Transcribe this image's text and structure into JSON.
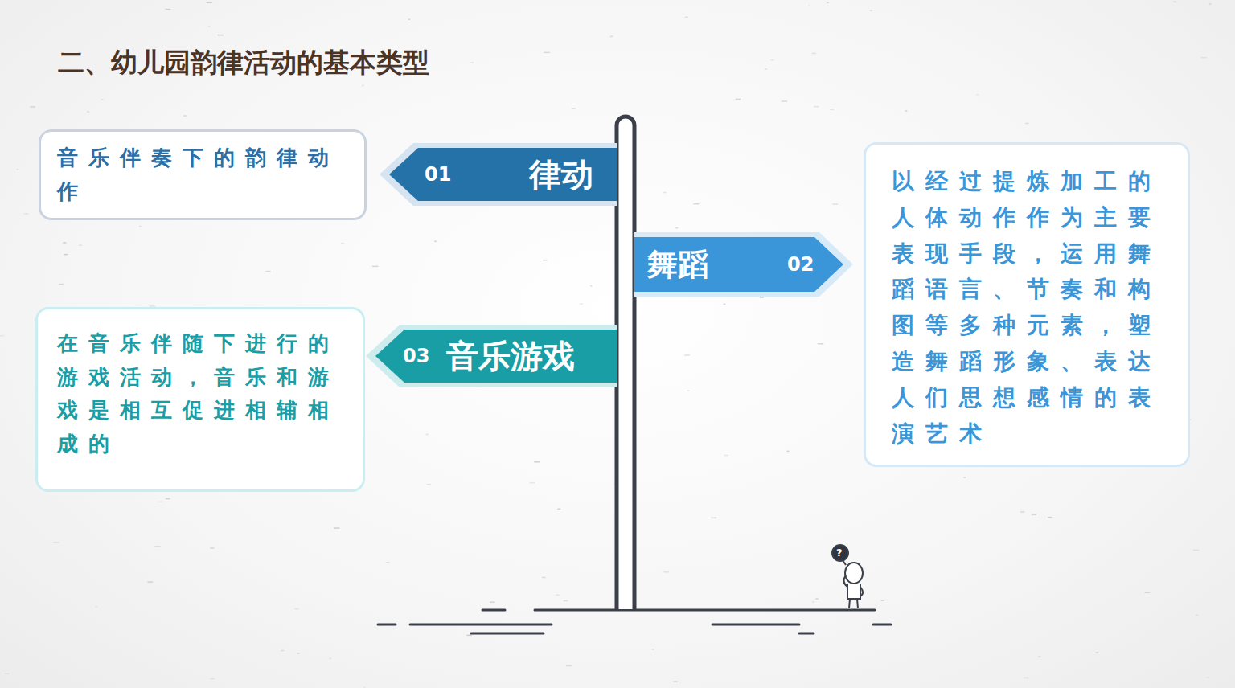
{
  "diagram": {
    "title": "二、幼儿园韵律活动的基本类型",
    "nodes": [
      {
        "text": [
          "音乐伴奏下的韵律动作"
        ]
      },
      {
        "text": [
          "01",
          "律动"
        ]
      },
      {
        "text": [
          "舞蹈",
          "02"
        ]
      },
      {
        "text": [
          "以经过提炼加工的人体动作作为主要表现手段，运用舞蹈语言、节奏和构图等多种元素，塑造舞蹈形象、表达人们思想感情的表演艺术"
        ]
      },
      {
        "text": [
          "03",
          "音乐游戏"
        ]
      },
      {
        "text": [
          "在音乐伴随下进行的游戏活动，音乐和游戏是相互促进相辅相成的"
        ]
      }
    ],
    "labels": [
      "?"
    ]
  }
}
